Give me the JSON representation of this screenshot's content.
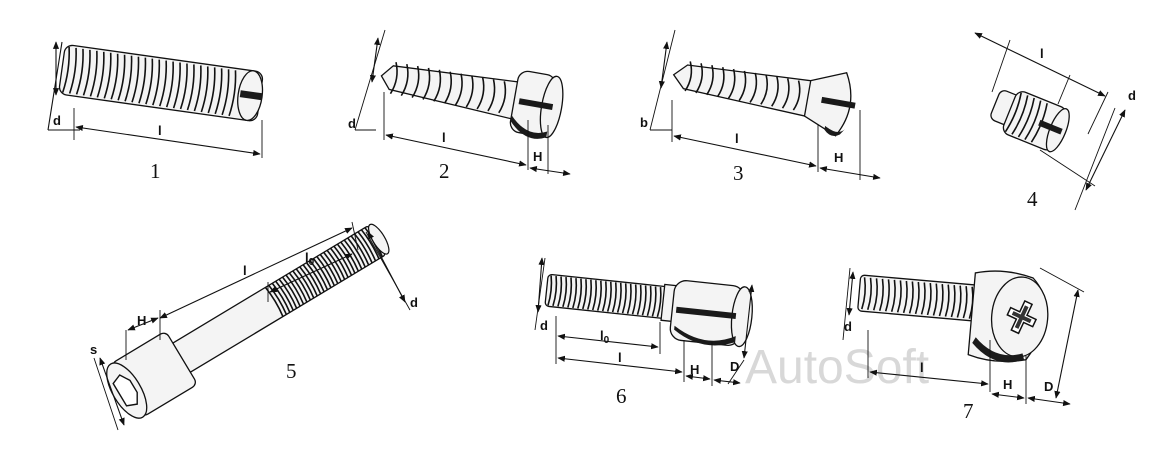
{
  "watermark": "AutoSoft",
  "figures": [
    {
      "number": "1",
      "labels": {
        "d": "d",
        "l": "l"
      }
    },
    {
      "number": "2",
      "labels": {
        "d": "d",
        "l": "l",
        "H": "H"
      }
    },
    {
      "number": "3",
      "labels": {
        "b": "b",
        "l": "l",
        "H": "H"
      }
    },
    {
      "number": "4",
      "labels": {
        "l": "l",
        "d": "d"
      }
    },
    {
      "number": "5",
      "labels": {
        "s": "s",
        "H": "H",
        "l": "l",
        "l0": "l0",
        "d": "d"
      }
    },
    {
      "number": "6",
      "labels": {
        "d": "d",
        "l0": "l0",
        "l": "l",
        "H": "H",
        "D": "D"
      }
    },
    {
      "number": "7",
      "labels": {
        "d": "d",
        "l": "l",
        "H": "H",
        "D": "D"
      }
    }
  ]
}
